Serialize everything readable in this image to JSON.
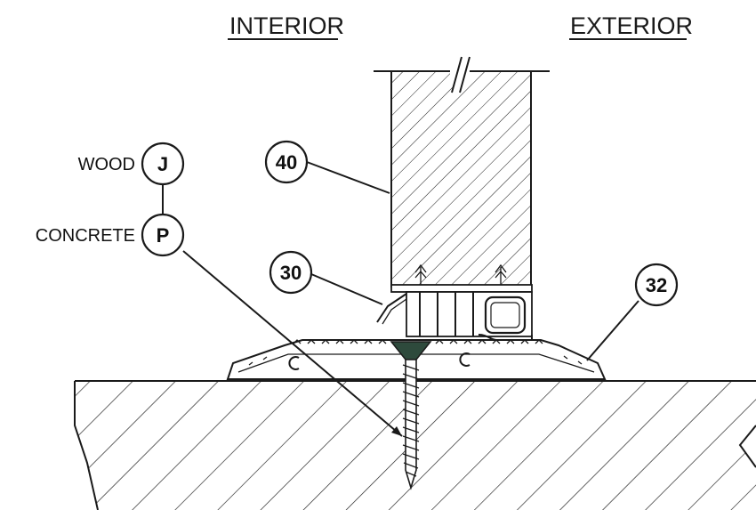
{
  "headings": {
    "interior": "INTERIOR",
    "exterior": "EXTERIOR"
  },
  "callouts": {
    "c40": "40",
    "c30": "30",
    "c32": "32",
    "cJ": "J",
    "cP": "P"
  },
  "labels": {
    "wood": "WOOD",
    "concrete": "CONCRETE"
  },
  "colors": {
    "ink": "#1a1a1a",
    "screw_head": "#2e4a3c"
  }
}
